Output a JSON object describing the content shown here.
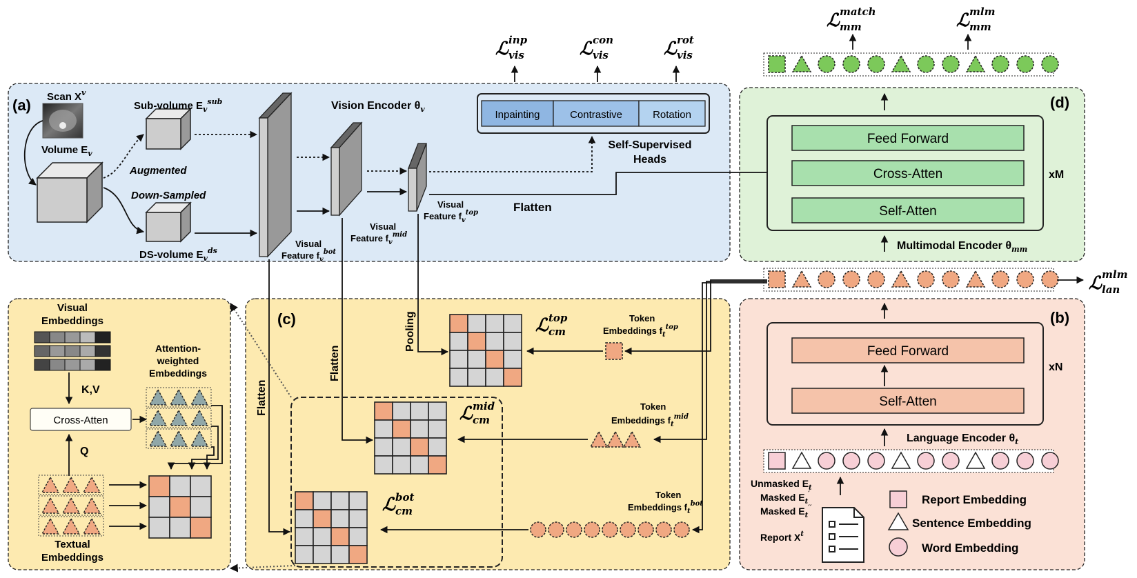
{
  "panels": {
    "a": "(a)",
    "b": "(b)",
    "c": "(c)",
    "d": "(d)"
  },
  "vision": {
    "scan": "Scan X",
    "scan_sup": "v",
    "volume": "Volume E",
    "volume_sub": "v",
    "subvolume": "Sub-volume E",
    "subvolume_sub": "v",
    "subvolume_sup": "sub",
    "augmented": "Augmented",
    "downsampled": "Down-Sampled",
    "dsvolume": "DS-volume E",
    "dsvolume_sub": "v",
    "dsvolume_sup": "ds",
    "encoder": "Vision Encoder θ",
    "encoder_sub": "v",
    "visual": "Visual",
    "feature": "Feature f",
    "feat_sub": "v",
    "bot": "bot",
    "mid": "mid",
    "top": "top",
    "flatten": "Flatten",
    "ssh_line1": "Self-Supervised",
    "ssh_line2": "Heads",
    "heads": [
      "Inpainting",
      "Contrastive",
      "Rotation"
    ]
  },
  "losses": {
    "L": "ℒ",
    "vis": "vis",
    "inp": "inp",
    "con": "con",
    "rot": "rot",
    "mm": "mm",
    "match": "match",
    "mlm": "mlm",
    "lan": "lan",
    "cm": "cm"
  },
  "multimodal": {
    "layers": [
      "Feed Forward",
      "Cross-Atten",
      "Self-Atten"
    ],
    "repeat": "xM",
    "label": "Multimodal Encoder θ",
    "label_sub": "mm"
  },
  "language": {
    "layers": [
      "Feed Forward",
      "Self-Atten"
    ],
    "repeat": "xN",
    "label": "Language Encoder θ",
    "label_sub": "t",
    "unmasked": "Unmasked E",
    "masked1": "Masked E",
    "masked2": "Masked E",
    "t_sub": "t",
    "report": "Report X",
    "report_sup": "t",
    "legend": [
      "Report Embedding",
      "Sentence Embedding",
      "Word Embedding"
    ]
  },
  "crossmodal": {
    "pooling": "Pooling",
    "flatten": "Flatten",
    "token": "Token",
    "embeddings": "Embeddings f",
    "t_sub": "t"
  },
  "zoom": {
    "visual1": "Visual",
    "visual2": "Embeddings",
    "kv": "K,V",
    "q": "Q",
    "crossatten": "Cross-Atten",
    "aw1": "Attention-",
    "aw2": "weighted",
    "aw3": "Embeddings",
    "textual1": "Textual",
    "textual2": "Embeddings"
  },
  "colors": {
    "blue_panel": "#dce9f6",
    "yellow_panel": "#fdeab0",
    "green_panel": "#dff2d8",
    "pink_panel": "#fbe1d6",
    "orange": "#f0a882",
    "green_token": "#7cc95a",
    "head_blue": "#8fb6e2"
  }
}
